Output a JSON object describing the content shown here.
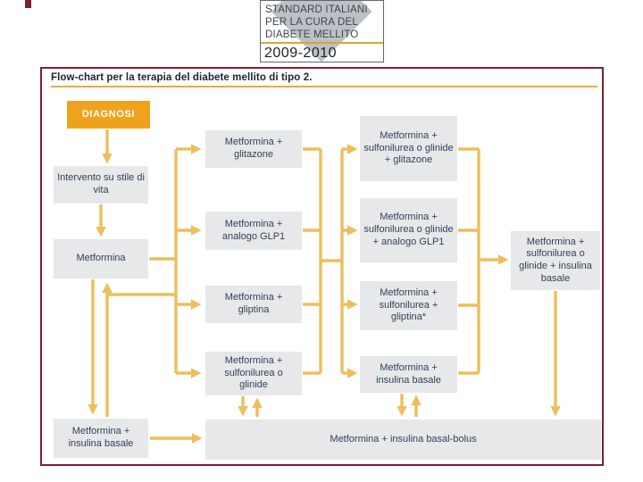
{
  "badge": {
    "line1": "STANDARD ITALIANI",
    "line2": "PER LA CURA DEL",
    "line3": "DIABETE MELLITO",
    "years": "2009-2010"
  },
  "flowchart": {
    "title": "Flow-chart per la terapia del diabete mellito di tipo 2.",
    "colors": {
      "frame_border": "#7b2130",
      "arrow": "#ecbf5c",
      "accent_box": "#efa31d",
      "gray_box": "#e6e8ea",
      "box_text": "#333f55"
    },
    "nodes": [
      {
        "id": "diagnosi",
        "label": "DIAGNOSI"
      },
      {
        "id": "intervento-stile-di-vita",
        "label": "Intervento su stile di vita"
      },
      {
        "id": "metformina",
        "label": "Metformina"
      },
      {
        "id": "metformina-insulina-basale-sx",
        "label": "Metformina + insulina basale"
      },
      {
        "id": "metformina-glitazone",
        "label": "Metformina + glitazone"
      },
      {
        "id": "metformina-analogo-glp1",
        "label": "Metformina + analogo GLP1"
      },
      {
        "id": "metformina-gliptina",
        "label": "Metformina + gliptina"
      },
      {
        "id": "metformina-sulfonilurea-glinide",
        "label": "Metformina + sulfonilurea o glinide"
      },
      {
        "id": "metformina-sulfonilurea-glinide-glitazone",
        "label": "Metformina + sulfonilurea o glinide + glitazone"
      },
      {
        "id": "metformina-sulfonilurea-glinide-glp1",
        "label": "Metformina + sulfonilurea o glinide + analogo GLP1"
      },
      {
        "id": "metformina-sulfonilurea-gliptina",
        "label": "Metformina + sulfonilurea + gliptina*"
      },
      {
        "id": "metformina-insulina-basale-c3",
        "label": "Metformina + insulina basale"
      },
      {
        "id": "metformina-sulfonilurea-glinide-insulina-basale",
        "label": "Metformina + sulfonilurea o glinide + insulina basale"
      },
      {
        "id": "metformina-insulina-basal-bolus",
        "label": "Metformina + insulina basal-bolus"
      }
    ],
    "edges": [
      "diagnosi -> intervento-stile-di-vita",
      "intervento-stile-di-vita -> metformina",
      "metformina -> metformina-glitazone | metformina-analogo-glp1 | metformina-gliptina | metformina-sulfonilurea-glinide",
      "metformina <-> metformina-insulina-basale-sx",
      "colonna2 -> colonna3",
      "colonna3 -> metformina-sulfonilurea-glinide-insulina-basale",
      "metformina-sulfonilurea-glinide <-> metformina-insulina-basal-bolus",
      "metformina-insulina-basale-c3 <-> metformina-insulina-basal-bolus",
      "metformina-sulfonilurea-glinide-insulina-basale -> metformina-insulina-basal-bolus",
      "metformina-insulina-basale-sx -> metformina-insulina-basal-bolus"
    ]
  }
}
